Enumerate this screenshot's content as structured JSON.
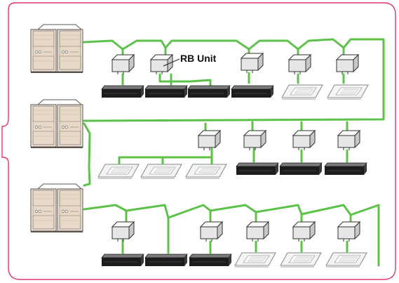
{
  "diagram": {
    "callout_label": "RB Unit",
    "colors": {
      "frame": "#e0366e",
      "pipe": "#5cc24a",
      "unit_fill": "#f1e7dc",
      "unit_panel": "#e7d8c8",
      "unit_stroke": "#5a5450",
      "rb_fill": "#e8e8e8",
      "duct_fill": "#1c1c1c",
      "cassette_fill": "#f4f4f4"
    },
    "outdoor_units": [
      "outdoor-unit-1",
      "outdoor-unit-2",
      "outdoor-unit-3"
    ],
    "rows": [
      {
        "rb_count": 5,
        "indoor": [
          "duct",
          "duct",
          "duct",
          "duct",
          "cassette",
          "cassette"
        ]
      },
      {
        "rb_count": 4,
        "indoor": [
          "cassette",
          "cassette",
          "cassette",
          "duct",
          "duct",
          "duct"
        ]
      },
      {
        "rb_count": 5,
        "indoor": [
          "duct",
          "duct",
          "duct",
          "cassette",
          "cassette",
          "cassette"
        ]
      }
    ]
  }
}
